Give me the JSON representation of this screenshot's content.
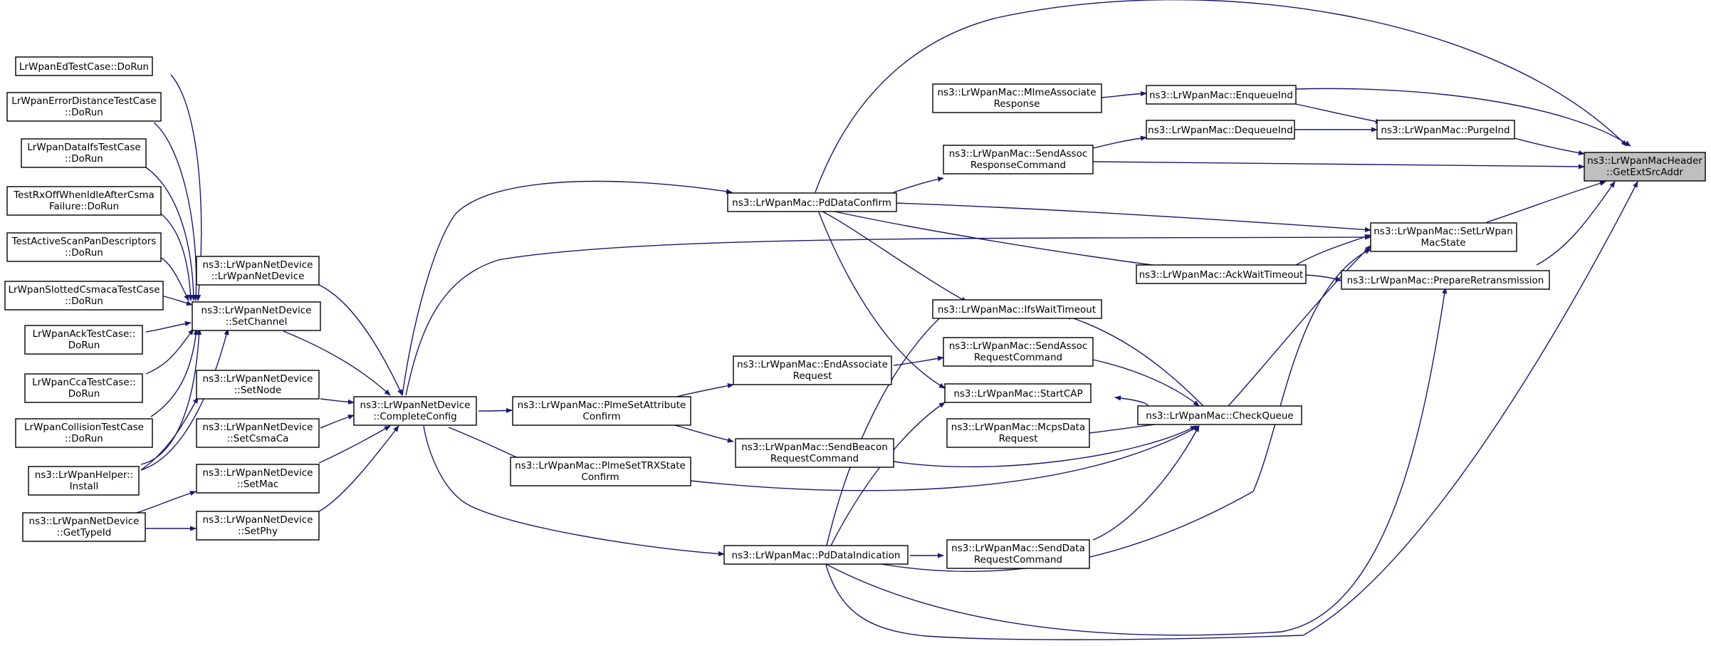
{
  "colors": {
    "edge": "#191970",
    "node_border": "#000000",
    "node_fill": "#ffffff",
    "focus_fill": "#bfbfbf"
  },
  "nodes": [
    {
      "id": "getextsrcaddr",
      "lines": [
        "ns3::LrWpanMacHeader",
        "::GetExtSrcAddr"
      ],
      "focus": true
    },
    {
      "id": "enqueueind",
      "lines": [
        "ns3::LrWpanMac::EnqueueInd"
      ]
    },
    {
      "id": "mlmeassociate",
      "lines": [
        "ns3::LrWpanMac::MlmeAssociate",
        "Response"
      ]
    },
    {
      "id": "dequeueind",
      "lines": [
        "ns3::LrWpanMac::DequeueInd"
      ]
    },
    {
      "id": "purgeind",
      "lines": [
        "ns3::LrWpanMac::PurgeInd"
      ]
    },
    {
      "id": "sendassocresponse",
      "lines": [
        "ns3::LrWpanMac::SendAssoc",
        "ResponseCommand"
      ]
    },
    {
      "id": "pddataconfirm",
      "lines": [
        "ns3::LrWpanMac::PdDataConfirm"
      ]
    },
    {
      "id": "setlrwpanmacstate",
      "lines": [
        "ns3::LrWpanMac::SetLrWpan",
        "MacState"
      ]
    },
    {
      "id": "ackwaittimeout",
      "lines": [
        "ns3::LrWpanMac::AckWaitTimeout"
      ]
    },
    {
      "id": "prepareretransmission",
      "lines": [
        "ns3::LrWpanMac::PrepareRetransmission"
      ]
    },
    {
      "id": "ifswaittimeout",
      "lines": [
        "ns3::LrWpanMac::IfsWaitTimeout"
      ]
    },
    {
      "id": "sendassocrequest",
      "lines": [
        "ns3::LrWpanMac::SendAssoc",
        "RequestCommand"
      ]
    },
    {
      "id": "endassociaterequest",
      "lines": [
        "ns3::LrWpanMac::EndAssociate",
        "Request"
      ]
    },
    {
      "id": "startcap",
      "lines": [
        "ns3::LrWpanMac::StartCAP"
      ]
    },
    {
      "id": "checkqueue",
      "lines": [
        "ns3::LrWpanMac::CheckQueue"
      ]
    },
    {
      "id": "mcpsdatarequest",
      "lines": [
        "ns3::LrWpanMac::McpsData",
        "Request"
      ]
    },
    {
      "id": "plmesetattribute",
      "lines": [
        "ns3::LrWpanMac::PlmeSetAttribute",
        "Confirm"
      ]
    },
    {
      "id": "sendbeaconrequest",
      "lines": [
        "ns3::LrWpanMac::SendBeacon",
        "RequestCommand"
      ]
    },
    {
      "id": "plmesettrxstate",
      "lines": [
        "ns3::LrWpanMac::PlmeSetTRXState",
        "Confirm"
      ]
    },
    {
      "id": "senddatarequest",
      "lines": [
        "ns3::LrWpanMac::SendData",
        "RequestCommand"
      ]
    },
    {
      "id": "pddataindication",
      "lines": [
        "ns3::LrWpanMac::PdDataIndication"
      ]
    },
    {
      "id": "completeconfig",
      "lines": [
        "ns3::LrWpanNetDevice",
        "::CompleteConfig"
      ]
    },
    {
      "id": "lrwpannetdevice",
      "lines": [
        "ns3::LrWpanNetDevice",
        "::LrWpanNetDevice"
      ]
    },
    {
      "id": "setchannel",
      "lines": [
        "ns3::LrWpanNetDevice",
        "::SetChannel"
      ]
    },
    {
      "id": "setnode",
      "lines": [
        "ns3::LrWpanNetDevice",
        "::SetNode"
      ]
    },
    {
      "id": "setcsmaca",
      "lines": [
        "ns3::LrWpanNetDevice",
        "::SetCsmaCa"
      ]
    },
    {
      "id": "setmac",
      "lines": [
        "ns3::LrWpanNetDevice",
        "::SetMac"
      ]
    },
    {
      "id": "setphy",
      "lines": [
        "ns3::LrWpanNetDevice",
        "::SetPhy"
      ]
    },
    {
      "id": "edtest",
      "lines": [
        "LrWpanEdTestCase::DoRun"
      ]
    },
    {
      "id": "errordistance",
      "lines": [
        "LrWpanErrorDistanceTestCase",
        "::DoRun"
      ]
    },
    {
      "id": "dataifs",
      "lines": [
        "LrWpanDataIfsTestCase",
        "::DoRun"
      ]
    },
    {
      "id": "rxoffidle",
      "lines": [
        "TestRxOffWhenIdleAfterCsma",
        "Failure::DoRun"
      ]
    },
    {
      "id": "activescan",
      "lines": [
        "TestActiveScanPanDescriptors",
        "::DoRun"
      ]
    },
    {
      "id": "slottedcsmaca",
      "lines": [
        "LrWpanSlottedCsmacaTestCase",
        "::DoRun"
      ]
    },
    {
      "id": "acktest",
      "lines": [
        "LrWpanAckTestCase::",
        "DoRun"
      ]
    },
    {
      "id": "ccatest",
      "lines": [
        "LrWpanCcaTestCase::",
        "DoRun"
      ]
    },
    {
      "id": "collisiontest",
      "lines": [
        "LrWpanCollisionTestCase",
        "::DoRun"
      ]
    },
    {
      "id": "helperinstall",
      "lines": [
        "ns3::LrWpanHelper::",
        "Install"
      ]
    },
    {
      "id": "gettypeid",
      "lines": [
        "ns3::LrWpanNetDevice",
        "::GetTypeId"
      ]
    }
  ]
}
